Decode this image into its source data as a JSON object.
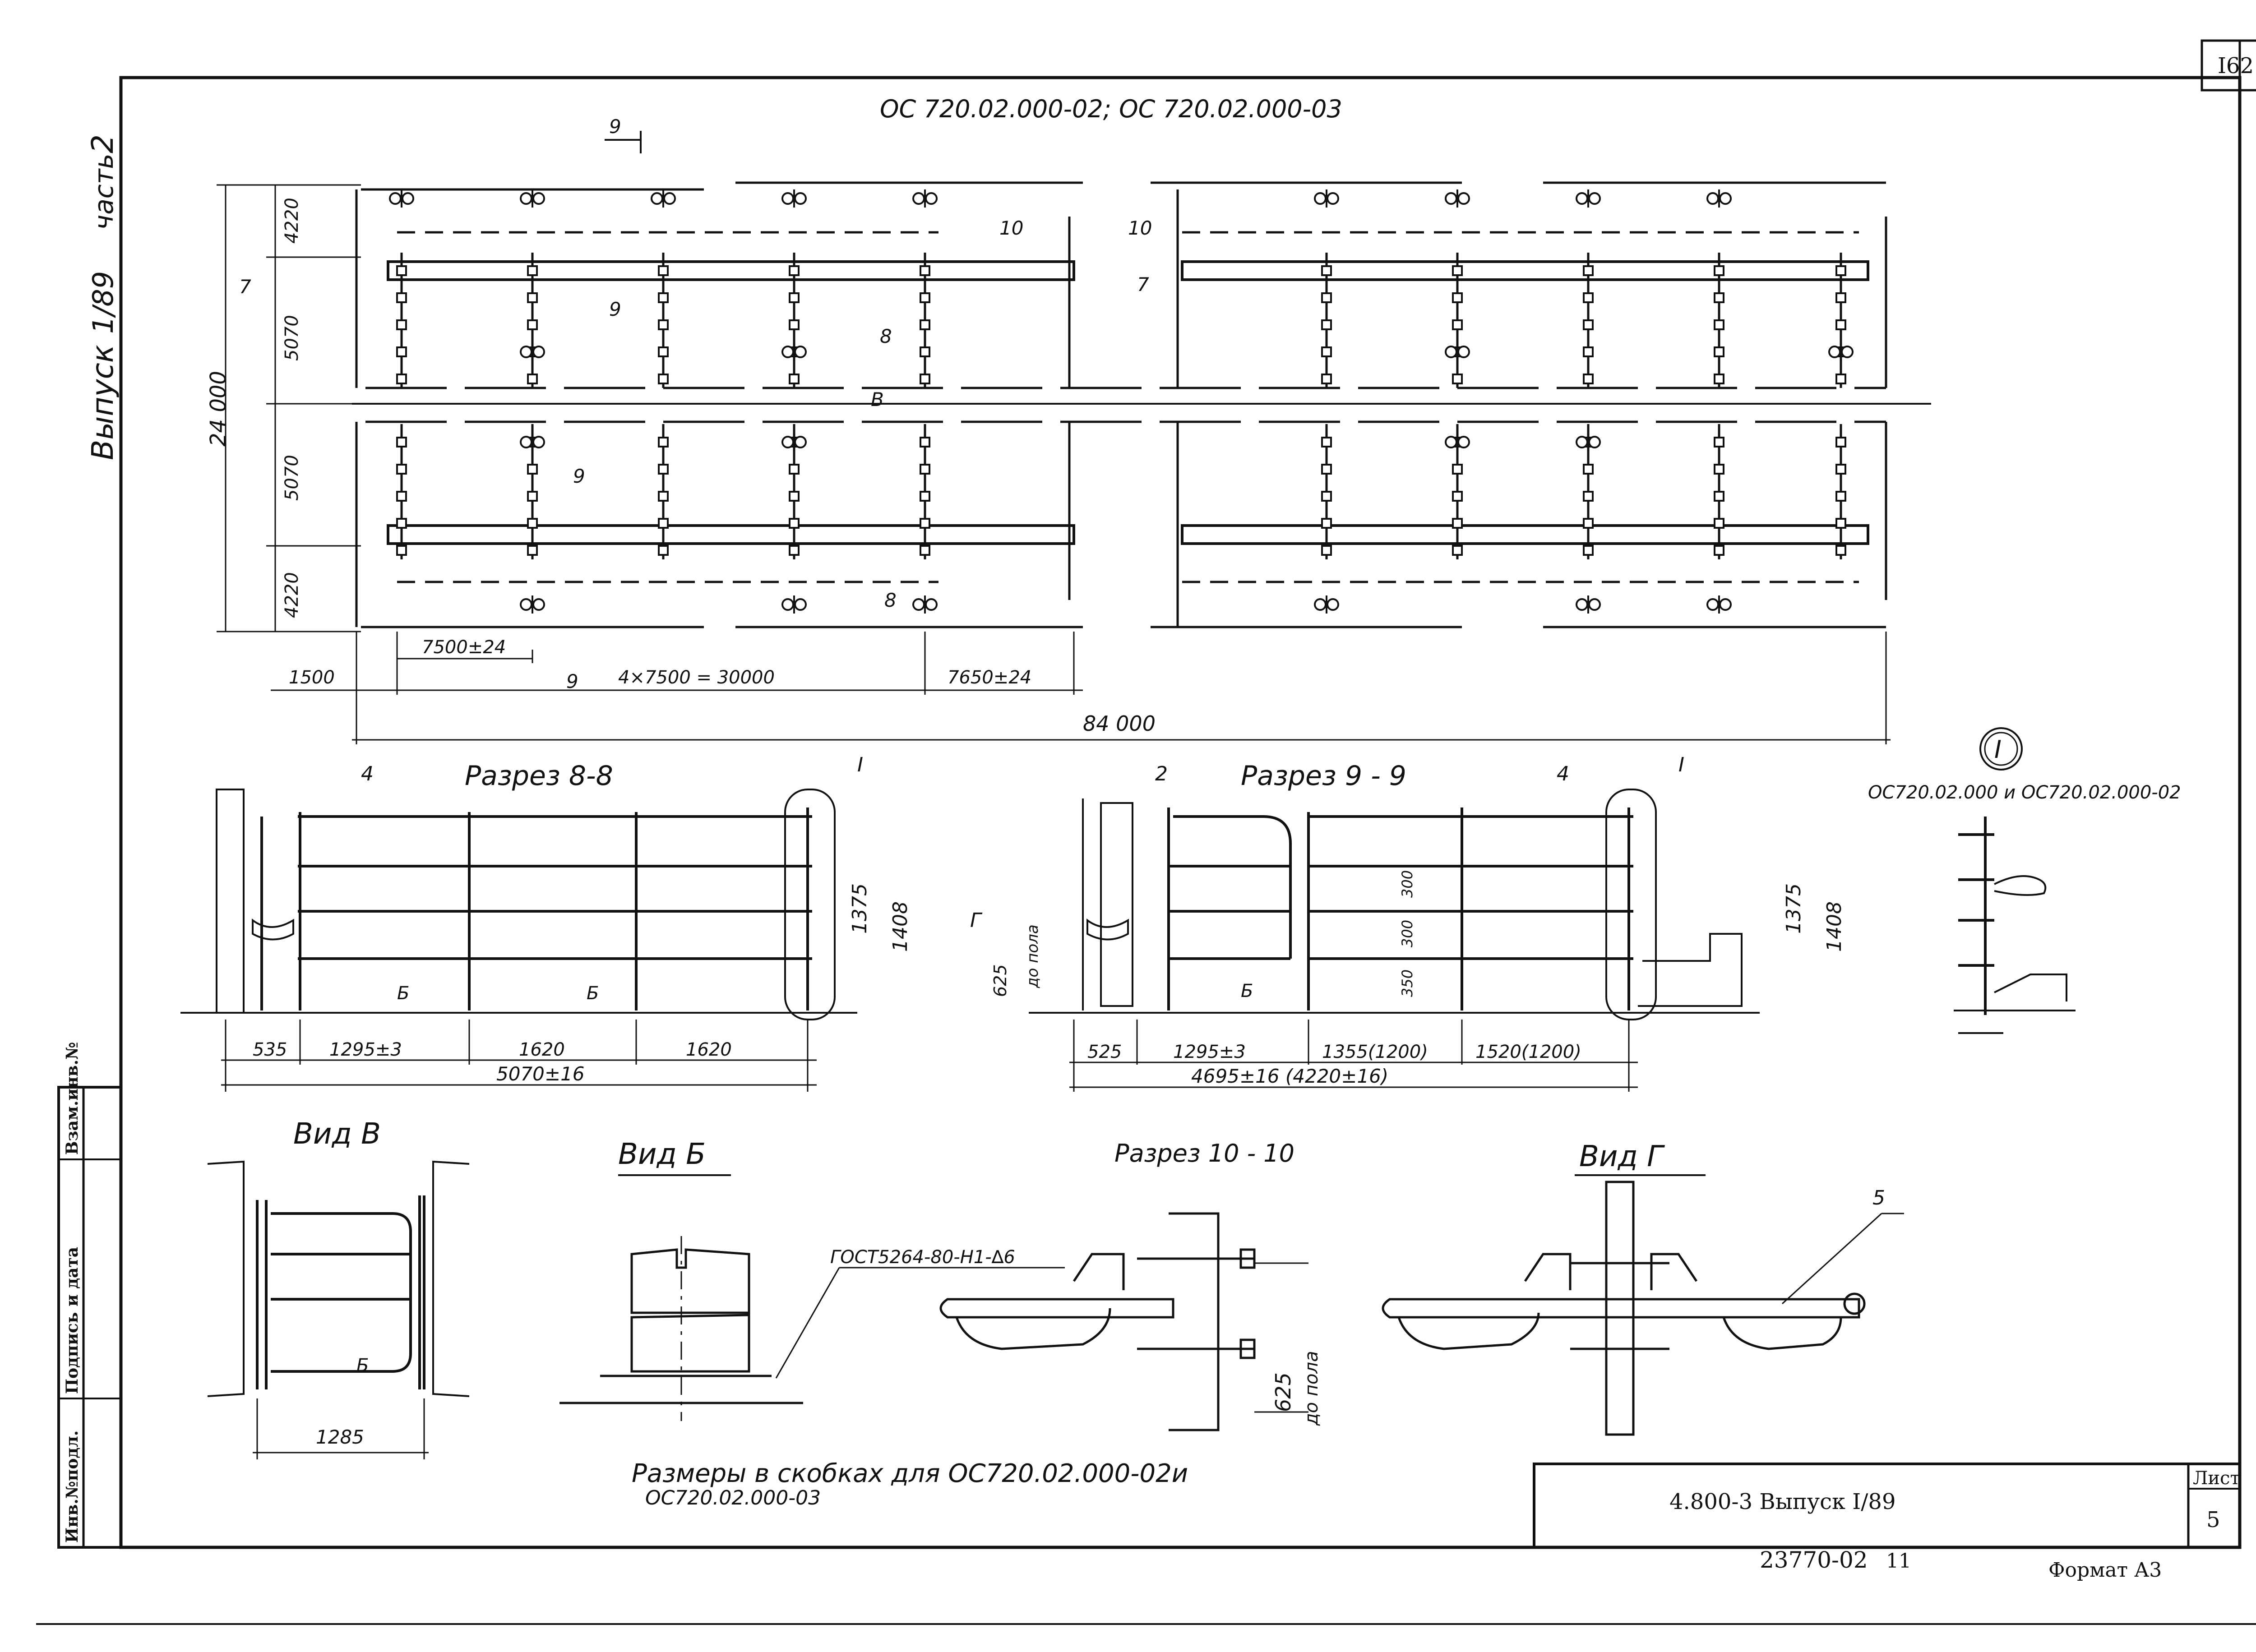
{
  "sheet": {
    "page_number": "I62",
    "drawing_code": "4.800-3  Выпуск I/89",
    "sheet_label": "Лист",
    "sheet_number": "5",
    "inventory": "23770-02",
    "inventory_suffix": "11",
    "format": "Формат А3"
  },
  "side_stamp": {
    "issue": "Выпуск",
    "issue_number": "1/89",
    "part": "часть",
    "part_number": "2",
    "fields": [
      "Инв.№подл.",
      "Подпись и дата",
      "Взам.инв.№"
    ]
  },
  "plan": {
    "title": "ОС 720.02.000-02;  ОС 720.02.000-03",
    "dims_vertical": [
      "4220",
      "5070",
      "5070",
      "4220"
    ],
    "overall_vertical": "24 000",
    "dims_horizontal": [
      "1500",
      "7500±24",
      "4×7500 = 30000",
      "7650±24"
    ],
    "overall_horizontal": "84 000",
    "section_marks": [
      "9",
      "9",
      "10",
      "10",
      "7",
      "7",
      "8",
      "8",
      "9",
      "9",
      "В"
    ]
  },
  "section_8": {
    "title": "Разрез  8-8",
    "callouts": [
      "4",
      "I"
    ],
    "heights": [
      "1375",
      "1408"
    ],
    "view_arrows": [
      "Б",
      "Б"
    ],
    "dims": [
      "535",
      "1295±3",
      "1620",
      "1620"
    ],
    "overall": "5070±16"
  },
  "section_9": {
    "title": "Разрез  9 - 9",
    "callouts": [
      "2",
      "4",
      "I"
    ],
    "heights": [
      "1375",
      "1408"
    ],
    "inner_dims": [
      "300",
      "300",
      "350"
    ],
    "side_mark": "Г",
    "side_height": "625",
    "side_note": "до пола",
    "view_arrow": "Б",
    "dims": [
      "525",
      "1295±3",
      "1355(1200)",
      "1520(1200)"
    ],
    "overall": "4695±16  (4220±16)"
  },
  "detail_I": {
    "mark": "I",
    "caption": "ОС720.02.000 и ОС720.02.000-02"
  },
  "view_V": {
    "title": "Вид В",
    "arrow": "Б",
    "dim": "1285"
  },
  "view_B": {
    "title": "Вид Б",
    "weld": "ГОСТ5264-80-Н1-∆6"
  },
  "section_10": {
    "title": "Разрез  10 - 10",
    "height": "625",
    "note": "до пола"
  },
  "view_G": {
    "title": "Вид Г",
    "callout": "5"
  },
  "footnote": {
    "line1": "Размеры в скобках для ОС720.02.000-02и",
    "line2": "ОС720.02.000-03"
  }
}
